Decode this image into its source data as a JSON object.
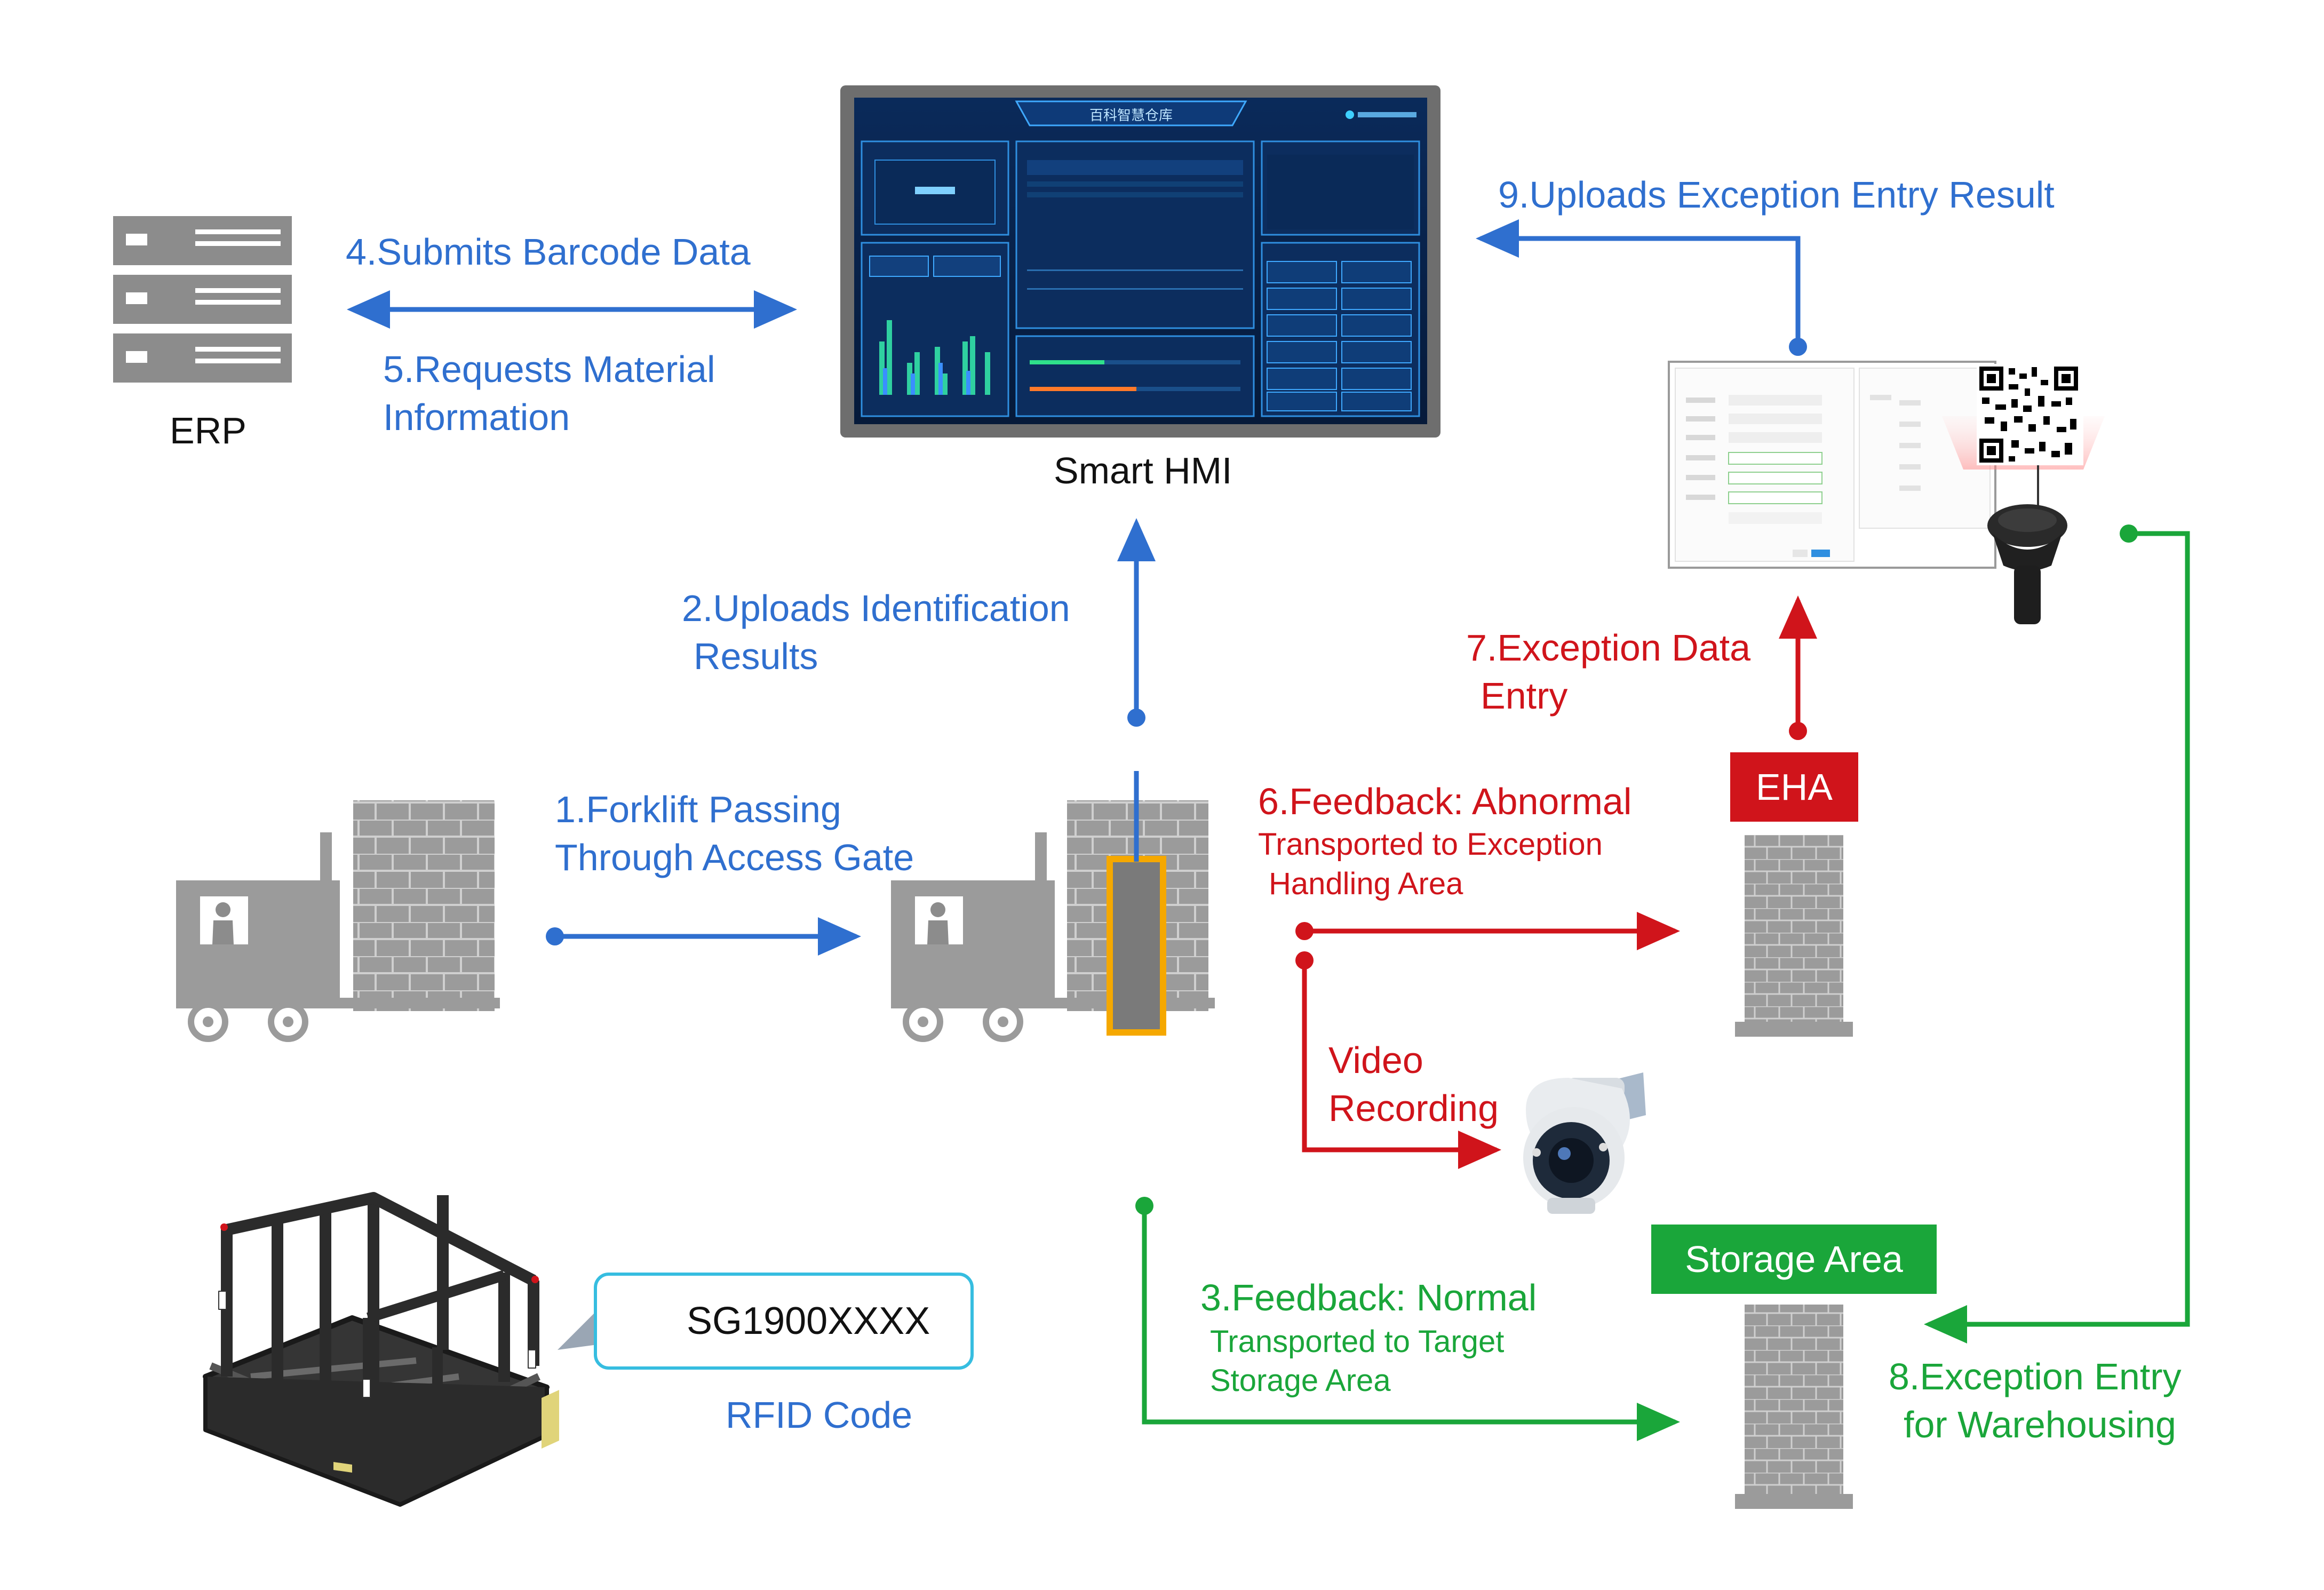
{
  "nodes": {
    "erp": "ERP",
    "hmi": "Smart HMI",
    "eha": "EHA",
    "storage": "Storage Area",
    "rfid_code_label": "RFID Code",
    "rfid_code_value": "SG1900XXXX"
  },
  "steps": {
    "s1": [
      "1.Forklift Passing",
      "Through Access Gate"
    ],
    "s2": [
      "2.Uploads Identification",
      "Results"
    ],
    "s3_head": "3.Feedback: Normal",
    "s3_sub": [
      "Transported to Target",
      "Storage Area"
    ],
    "s4": "4.Submits Barcode Data",
    "s5": [
      "5.Requests Material",
      "Information"
    ],
    "s6_head": "6.Feedback: Abnormal",
    "s6_sub": [
      "Transported to Exception",
      "Handling Area"
    ],
    "video": [
      "Video",
      "Recording"
    ],
    "s7": [
      "7.Exception Data",
      "Entry"
    ],
    "s8": [
      "8.Exception Entry",
      "for Warehousing"
    ],
    "s9": "9.Uploads Exception Entry Result"
  },
  "hmi_screen": {
    "title": "百科智慧仓库"
  },
  "colors": {
    "blue": "#2f6fcf",
    "red": "#d0141b",
    "green": "#1aa63a",
    "eha_bg": "#d0141b",
    "storage_bg": "#1aa63a",
    "gate_frame": "#f5a800",
    "gray_goods": "#9c9c9c"
  },
  "icons": {
    "server": "server-rack-icon",
    "forklift": "forklift-icon",
    "camera": "security-camera-icon",
    "scanner": "barcode-scanner-icon",
    "qr": "qr-code-icon",
    "pallet": "pallet-cage-icon"
  }
}
